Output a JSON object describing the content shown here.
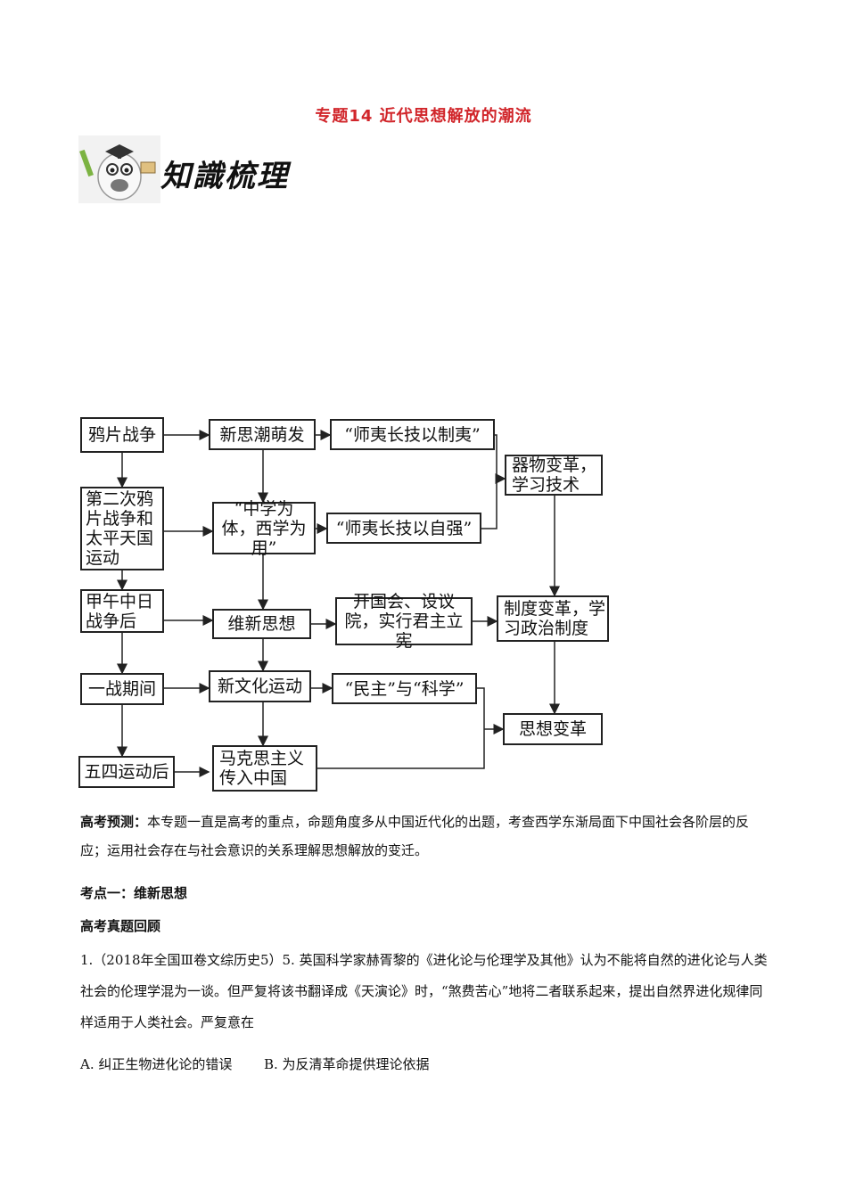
{
  "title": "专题14  近代思想解放的潮流",
  "logo_text": "知識梳理",
  "diagram": {
    "left_column": [
      "鸦片战争",
      "第二次鸦片战争和太平天国运动",
      "甲午中日战争后",
      "一战期间",
      "五四运动后"
    ],
    "middle_column": [
      "新思潮萌发",
      "“中学为体，西学为用”",
      "维新思想",
      "新文化运动",
      "马克思主义传入中国"
    ],
    "slogans": [
      "“师夷长技以制夷”",
      "“师夷长技以自强”",
      "开国会、设议院，实行君主立宪",
      "“民主”与“科学”"
    ],
    "right_column": [
      "器物变革，学习技术",
      "制度变革，学习政治制度",
      "思想变革"
    ]
  },
  "forecast": {
    "label": "高考预测：",
    "text": "本专题一直是高考的重点，命题角度多从中国近代化的出题，考查西学东渐局面下中国社会各阶层的反应；运用社会存在与社会意识的关系理解思想解放的变迁。"
  },
  "point1": "考点一：维新思想",
  "review": "高考真题回顾",
  "question": {
    "text": "1.（2018年全国Ⅲ卷文综历史5）5. 英国科学家赫胥黎的《进化论与伦理学及其他》认为不能将自然的进化论与人类社会的伦理学混为一谈。但严复将该书翻译成《天演论》时，“煞费苦心”地将二者联系起来，提出自然界进化规律同样适用于人类社会。严复意在",
    "option_a": "A.  纠正生物进化论的错误",
    "option_b": "B.  为反清革命提供理论依据"
  }
}
